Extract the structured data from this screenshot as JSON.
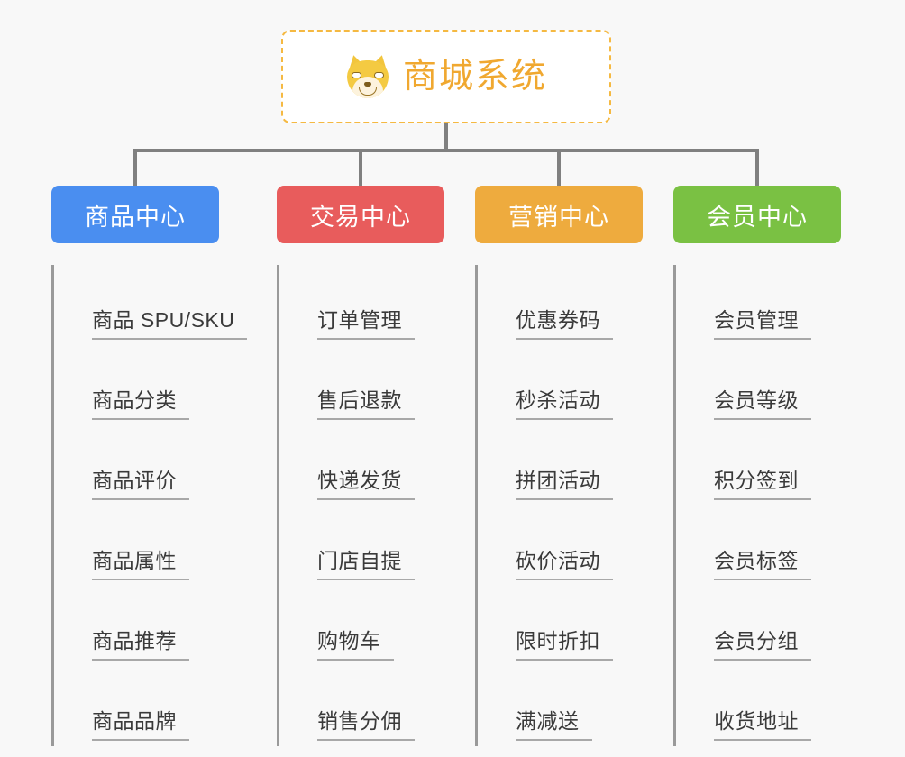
{
  "page": {
    "background_color": "#f8f8f8",
    "type": "organization-mindmap"
  },
  "root": {
    "title": "商城系统",
    "icon": "shiba-dog-icon",
    "border_color": "#f5b942",
    "text_color": "#f0a830"
  },
  "columns": [
    {
      "title": "商品中心",
      "color": "#4a8ef0",
      "items": [
        "商品 SPU/SKU",
        "商品分类",
        "商品评价",
        "商品属性",
        "商品推荐",
        "商品品牌"
      ]
    },
    {
      "title": "交易中心",
      "color": "#e85c5c",
      "items": [
        "订单管理",
        "售后退款",
        "快递发货",
        "门店自提",
        "购物车",
        "销售分佣"
      ]
    },
    {
      "title": "营销中心",
      "color": "#eeab3e",
      "items": [
        "优惠券码",
        "秒杀活动",
        "拼团活动",
        "砍价活动",
        "限时折扣",
        "满减送"
      ]
    },
    {
      "title": "会员中心",
      "color": "#7ac143",
      "items": [
        "会员管理",
        "会员等级",
        "积分签到",
        "会员标签",
        "会员分组",
        "收货地址"
      ]
    }
  ],
  "connector": {
    "color": "#808080"
  }
}
